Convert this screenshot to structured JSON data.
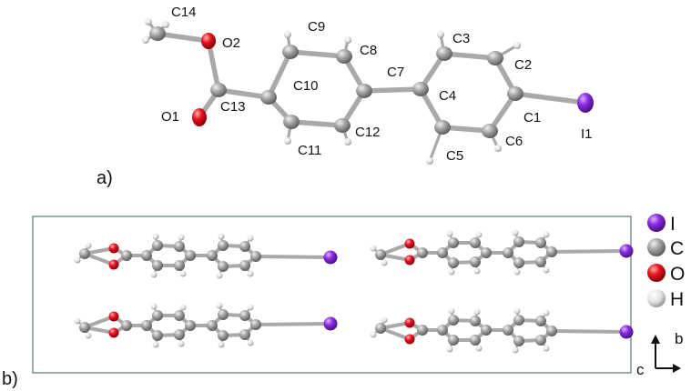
{
  "panels": {
    "a": {
      "label": "a)"
    },
    "b": {
      "label": "b)"
    }
  },
  "atom_labels": {
    "C14": "C14",
    "O2": "O2",
    "C9": "C9",
    "C8": "C8",
    "C3": "C3",
    "C2": "C2",
    "C7": "C7",
    "C10": "C10",
    "C4": "C4",
    "C13": "C13",
    "O1": "O1",
    "C1": "C1",
    "I1": "I1",
    "C12": "C12",
    "C6": "C6",
    "C11": "C11",
    "C5": "C5"
  },
  "legend": {
    "items": [
      {
        "symbol": "I",
        "color": "#8a2be2"
      },
      {
        "symbol": "C",
        "color": "#808080"
      },
      {
        "symbol": "O",
        "color": "#e8141e"
      },
      {
        "symbol": "H",
        "color": "#e6e6e6"
      }
    ]
  },
  "axes": {
    "vertical": "b",
    "horizontal": "c"
  },
  "colors": {
    "carbon": "#9a9a9a",
    "oxygen": "#e8141e",
    "iodine": "#8a2be2",
    "hydrogen": "#e8e8e8",
    "bond": "#a9a9a9",
    "cell_border": "#7f9090"
  }
}
